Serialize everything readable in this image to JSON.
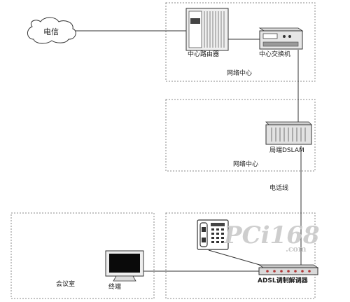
{
  "nodes": {
    "cloud": "电信",
    "center_router": "中心路由器",
    "center_switch": "中心交换机",
    "dslam": "局端DSLAM",
    "adsl_modem": "ADSL调制解调器",
    "terminal": "终端"
  },
  "zones": {
    "network_center_top": "网络中心",
    "network_center_middle": "网络中心",
    "meeting_room": "会议室"
  },
  "links": {
    "phone_line": "电话线"
  },
  "watermark": {
    "main": "PCi168",
    "sub": ".com"
  }
}
